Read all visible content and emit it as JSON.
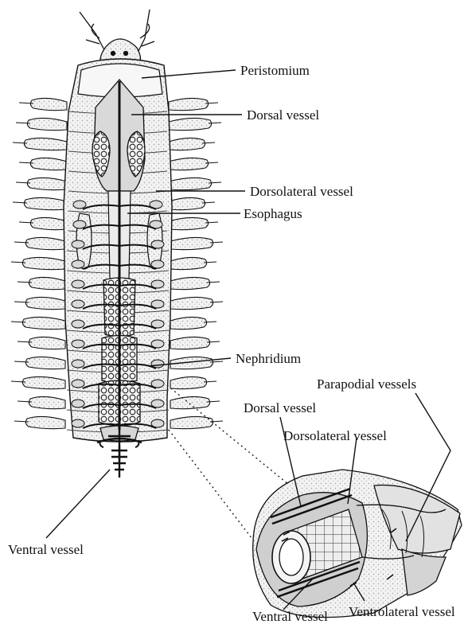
{
  "labels": {
    "peristomium": "Peristomium",
    "dorsal_vessel": "Dorsal vessel",
    "dorsolateral_vessel": "Dorsolateral vessel",
    "esophagus": "Esophagus",
    "nephridium": "Nephridium",
    "ventral_vessel": "Ventral vessel",
    "parapodial_vessels": "Parapodial vessels",
    "inset_dorsal_vessel": "Dorsal vessel",
    "inset_dorsolateral_vessel": "Dorsolateral vessel",
    "inset_ventral_vessel": "Ventral vessel",
    "inset_ventrolateral_vessel": "Ventrolateral vessel"
  },
  "colors": {
    "ink": "#111111",
    "body_fill": "#efefef",
    "shade": "#cfcfcf",
    "vessel": "#111111"
  }
}
